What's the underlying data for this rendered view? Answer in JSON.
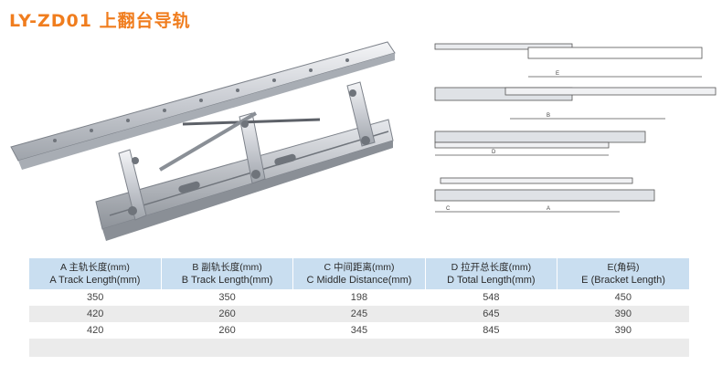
{
  "header": {
    "title": "LY-ZD01 上翻台导轨"
  },
  "diagram_labels": {
    "e": "E",
    "b": "B",
    "d": "D",
    "c": "C",
    "a": "A"
  },
  "table": {
    "headers": [
      {
        "cn": "A 主轨长度(mm)",
        "en": "A Track Length(mm)"
      },
      {
        "cn": "B 副轨长度(mm)",
        "en": "B Track Length(mm)"
      },
      {
        "cn": "C 中间距离(mm)",
        "en": "C Middle Distance(mm)"
      },
      {
        "cn": "D 拉开总长度(mm)",
        "en": "D Total Length(mm)"
      },
      {
        "cn": "E(角码)",
        "en": "E (Bracket Length)"
      }
    ],
    "rows": [
      [
        "350",
        "350",
        "198",
        "548",
        "450"
      ],
      [
        "420",
        "260",
        "245",
        "645",
        "390"
      ],
      [
        "420",
        "260",
        "345",
        "845",
        "390"
      ],
      [
        "",
        "",
        "",
        "",
        ""
      ]
    ]
  },
  "colors": {
    "title": "#f07d1e",
    "header_bg": "#c9def0",
    "row_alt": "#ebebeb"
  }
}
